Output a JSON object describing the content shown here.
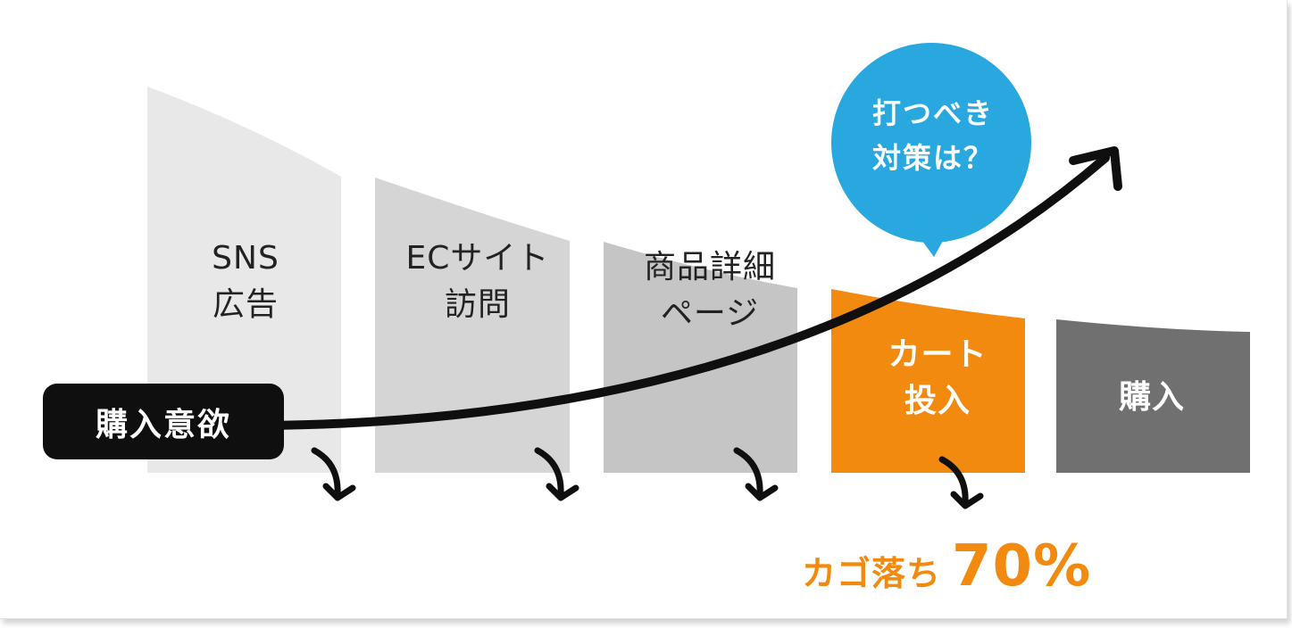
{
  "stages": [
    {
      "label": "SNS\n広告"
    },
    {
      "label": "ECサイト\n訪問"
    },
    {
      "label": "商品詳細\nページ"
    },
    {
      "label": "カート\n投入"
    },
    {
      "label": "購入"
    }
  ],
  "purchase_intent_label": "購入意欲",
  "bubble_text": "打つべき\n対策は？",
  "dropoff": {
    "label": "カゴ落ち",
    "value": "70%"
  },
  "colors": {
    "stage_1": "#e8e8e8",
    "stage_2": "#d5d5d5",
    "stage_3": "#c5c5c5",
    "stage_cart": "#f28a0f",
    "stage_purchase": "#707070",
    "bubble": "#29a8e0",
    "arrow": "#0f0f0f",
    "accent": "#f28a0f"
  }
}
